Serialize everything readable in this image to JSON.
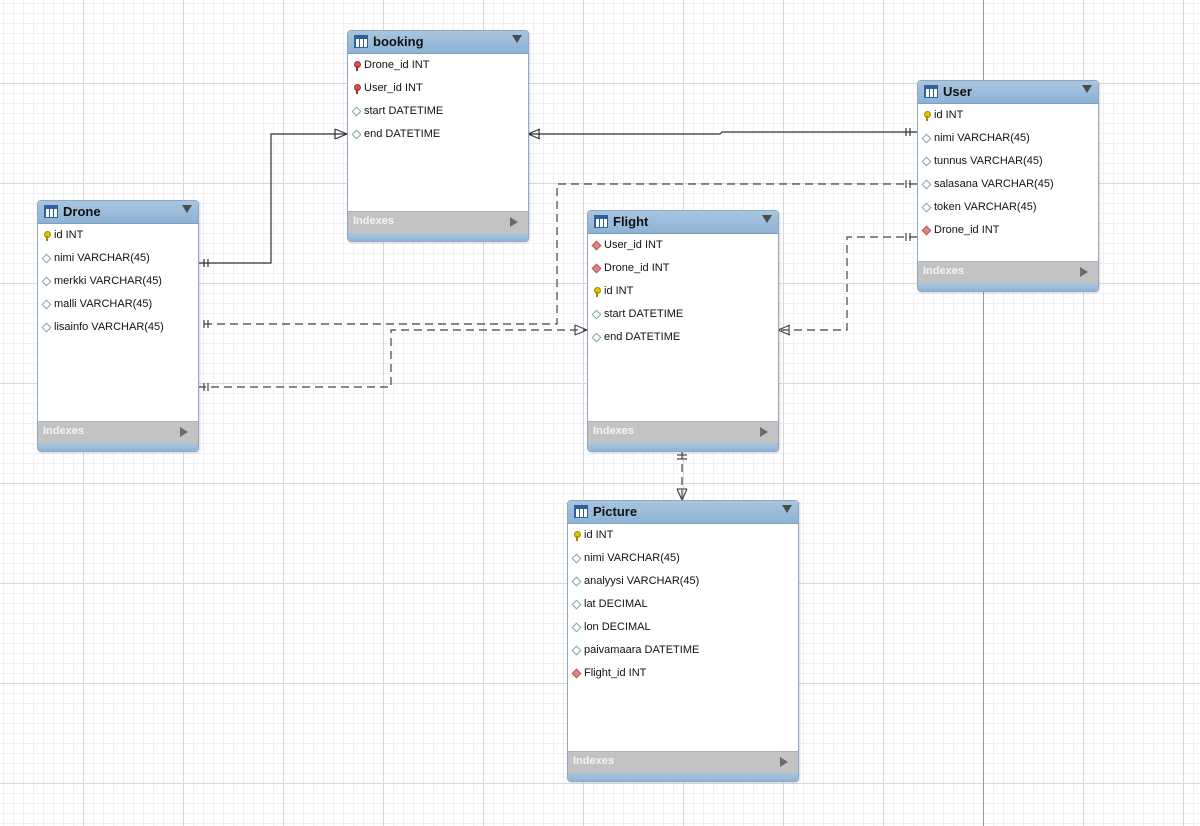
{
  "entities": {
    "booking": {
      "name": "booking",
      "footer": "Indexes",
      "columns": [
        {
          "text": "Drone_id INT",
          "icon": "fkey"
        },
        {
          "text": "User_id INT",
          "icon": "fkey"
        },
        {
          "text": "start DATETIME",
          "icon": "attr"
        },
        {
          "text": "end DATETIME",
          "icon": "attr"
        }
      ]
    },
    "user": {
      "name": "User",
      "footer": "Indexes",
      "columns": [
        {
          "text": "id INT",
          "icon": "key"
        },
        {
          "text": "nimi VARCHAR(45)",
          "icon": "attr"
        },
        {
          "text": "tunnus VARCHAR(45)",
          "icon": "attr"
        },
        {
          "text": "salasana VARCHAR(45)",
          "icon": "attr"
        },
        {
          "text": "token VARCHAR(45)",
          "icon": "attr"
        },
        {
          "text": "Drone_id INT",
          "icon": "fk-attr"
        }
      ]
    },
    "drone": {
      "name": "Drone",
      "footer": "Indexes",
      "columns": [
        {
          "text": "id INT",
          "icon": "key"
        },
        {
          "text": "nimi VARCHAR(45)",
          "icon": "attr"
        },
        {
          "text": "merkki VARCHAR(45)",
          "icon": "attr"
        },
        {
          "text": "malli VARCHAR(45)",
          "icon": "attr"
        },
        {
          "text": "lisainfo VARCHAR(45)",
          "icon": "attr"
        }
      ]
    },
    "flight": {
      "name": "Flight",
      "footer": "Indexes",
      "columns": [
        {
          "text": "User_id INT",
          "icon": "fk-attr"
        },
        {
          "text": "Drone_id INT",
          "icon": "fk-attr"
        },
        {
          "text": "id INT",
          "icon": "key"
        },
        {
          "text": "start DATETIME",
          "icon": "attr"
        },
        {
          "text": "end DATETIME",
          "icon": "attr"
        }
      ]
    },
    "picture": {
      "name": "Picture",
      "footer": "Indexes",
      "columns": [
        {
          "text": "id INT",
          "icon": "key"
        },
        {
          "text": "nimi VARCHAR(45)",
          "icon": "attr"
        },
        {
          "text": "analyysi VARCHAR(45)",
          "icon": "attr"
        },
        {
          "text": "lat DECIMAL",
          "icon": "attr"
        },
        {
          "text": "lon DECIMAL",
          "icon": "attr"
        },
        {
          "text": "paivamaara DATETIME",
          "icon": "attr"
        },
        {
          "text": "Flight_id INT",
          "icon": "fk-attr"
        }
      ]
    }
  },
  "colors": {
    "header": "#8db3d6",
    "footer": "#c3c3c3",
    "line": "#333333"
  }
}
